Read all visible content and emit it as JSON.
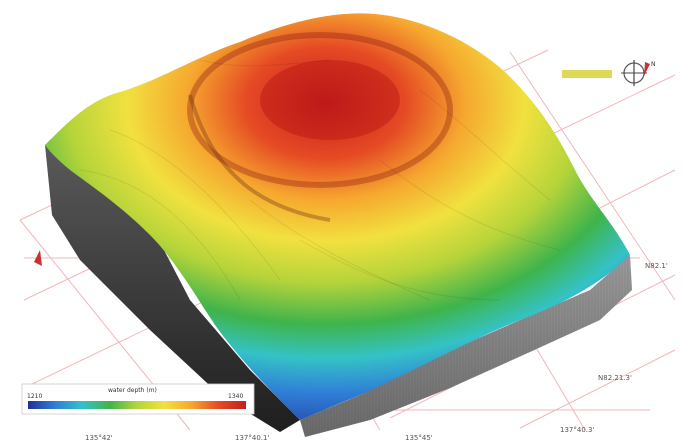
{
  "colors": {
    "grid": "#f0b7b7",
    "side": "#2e2e2e",
    "north_arrow": "#c83232"
  },
  "legend": {
    "title": "water depth (m)",
    "min_label": "1210",
    "max_label": "1340",
    "gradient": [
      "#1f2f9a",
      "#2f7fd6",
      "#34c2c7",
      "#3fb44b",
      "#b5d43a",
      "#f1e13f",
      "#f6a72f",
      "#e54a24",
      "#c41e1e"
    ]
  },
  "axis_labels": {
    "bottom_1": "135°42'",
    "bottom_2": "137°40.1'",
    "bottom_3": "135°45'",
    "bottom_4": "137°40.3'",
    "right_1": "N82.1'",
    "right_2": "N82.21.3'"
  },
  "compass": {
    "label": "N"
  }
}
